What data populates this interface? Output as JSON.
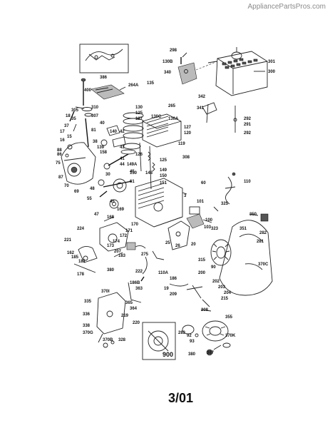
{
  "watermark": "AppliancePartsPros.com",
  "date_code": "3/01",
  "callouts": {
    "c298": "298",
    "c130b": "130B",
    "c301": "301",
    "c300": "300",
    "c340": "340",
    "c264a": "264A",
    "c135": "135",
    "c265": "265",
    "c130": "130",
    "c125a": "125",
    "c127a": "127",
    "c130c": "130C",
    "c130a": "130A",
    "c342": "342",
    "c341": "341",
    "c292a": "292",
    "c291": "291",
    "c292b": "292",
    "c386": "386",
    "c400": "400",
    "c310": "310",
    "c305": "305",
    "c307": "307",
    "c18": "18",
    "c35": "35",
    "c37": "37",
    "c17": "17",
    "c15": "15",
    "c16": "16",
    "c40": "40",
    "c81": "81",
    "c38": "38",
    "c139": "139",
    "c158": "158",
    "c140": "140",
    "c42": "42",
    "c43": "43",
    "c41": "41",
    "c44": "44",
    "c127b": "127",
    "c120": "120",
    "c119": "119",
    "c126": "126",
    "c125b": "125",
    "c308": "308",
    "c149": "149",
    "c149a": "149A",
    "c150a": "150",
    "c150b": "150",
    "c61": "61",
    "c88": "88",
    "c86": "86",
    "c75": "75",
    "c87": "87",
    "c70": "70",
    "c69": "69",
    "c30": "30",
    "c45a": "45",
    "c148": "148",
    "c151": "151",
    "c3": "3",
    "c110": "110",
    "c60": "60",
    "c48": "48",
    "c55": "55",
    "c45b": "45",
    "c47": "47",
    "c169": "169",
    "c168": "168",
    "c170": "170",
    "c101": "101",
    "c325": "325",
    "c350": "350",
    "c100": "100",
    "c103": "103",
    "c323": "323",
    "c351": "351",
    "c282": "282",
    "c281": "281",
    "c370c": "370C",
    "c224": "224",
    "c221": "221",
    "c162": "162",
    "c174": "174",
    "c173": "173",
    "c172": "172",
    "c171": "171",
    "c207": "207",
    "c25": "25",
    "c26": "26",
    "c275": "275",
    "c20": "20",
    "c315": "315",
    "c90": "90",
    "c185": "185",
    "c181": "181",
    "c183": "183",
    "c178": "178",
    "c380a": "380",
    "c222": "222",
    "c186b": "186B",
    "c110a": "110A",
    "c186": "186",
    "c19": "19",
    "c200": "200",
    "c209": "209",
    "c202": "202",
    "c203": "203",
    "c204": "204",
    "c215": "215",
    "c363": "363",
    "c370i": "370I",
    "c335": "335",
    "c365": "365",
    "c364": "364",
    "c219": "219",
    "c336": "336",
    "c338": "338",
    "c220": "220",
    "c370g": "370G",
    "c370b": "370B",
    "c328": "328",
    "c208": "208",
    "c355": "355",
    "c283": "283",
    "c92": "92",
    "c93": "93",
    "c370k": "370K",
    "c380b": "380",
    "c387": "387",
    "c900": "900"
  }
}
